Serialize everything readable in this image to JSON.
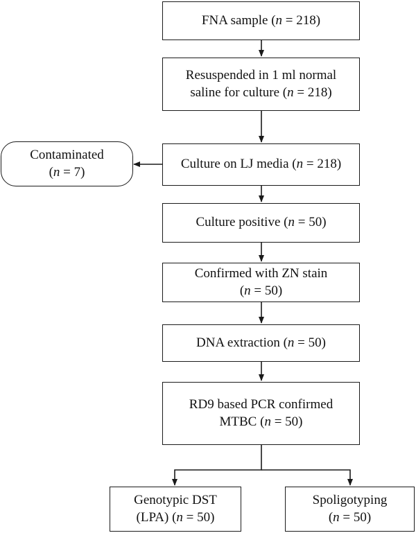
{
  "nodes": {
    "fna": {
      "l1": "FNA sample",
      "n": "218"
    },
    "resuspend": {
      "l1": "Resuspended in 1 ml normal",
      "l2": "saline for culture",
      "n": "218"
    },
    "culture": {
      "l1": "Culture on LJ media",
      "n": "218"
    },
    "contaminated": {
      "l1": "Contaminated",
      "n": "7"
    },
    "positive": {
      "l1": "Culture positive",
      "n": "50"
    },
    "zn": {
      "l1": "Confirmed with ZN stain",
      "n": "50"
    },
    "dna": {
      "l1": "DNA extraction",
      "n": "50"
    },
    "pcr": {
      "l1": "RD9 based PCR confirmed",
      "l2": "MTBC",
      "n": "50"
    },
    "dst": {
      "l1": "Genotypic DST",
      "l2": "(LPA)",
      "n": "50"
    },
    "spolig": {
      "l1": "Spoligotyping",
      "n": "50"
    }
  },
  "n_symbol": "n"
}
